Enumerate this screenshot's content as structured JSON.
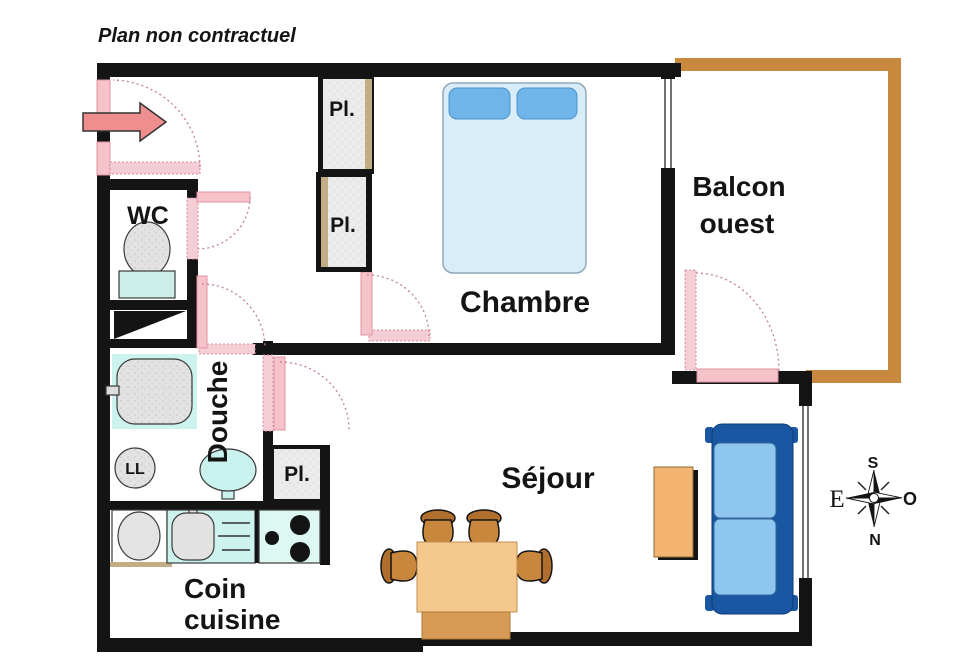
{
  "title": "Plan non contractuel",
  "rooms": {
    "wc": "WC",
    "shower_room": "Douche",
    "bedroom": "Chambre",
    "living_room": "Séjour",
    "kitchen_line1": "Coin",
    "kitchen_line2": "cuisine",
    "balcony_line1": "Balcon",
    "balcony_line2": "ouest"
  },
  "closet_label": "Pl.",
  "washing_machine_label": "LL",
  "compass": {
    "south": "S",
    "north": "N",
    "east": "E",
    "west": "O"
  },
  "colors": {
    "wall": "#141414",
    "door_pink": "#f7c3cb",
    "balcony_rail": "#c8883e",
    "water_cyan": "#cdf3ef",
    "bed_fill": "#d8ecfa",
    "pillow_blue": "#6fb5e9",
    "sofa_blue": "#1a57a3",
    "sofa_cushion": "#8ec6f0",
    "table_wood": "#f5c98e",
    "chair_wood": "#c8873c",
    "entry_arrow": "#ef8e8e"
  }
}
